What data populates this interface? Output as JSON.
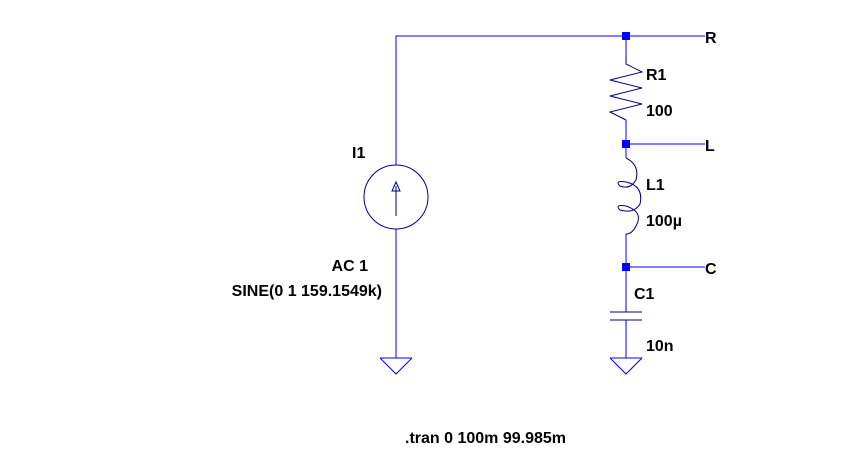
{
  "colors": {
    "wire": "#0000ff",
    "component": "#000080",
    "node": "#0000ff",
    "text": "#000000",
    "background": "#ffffff"
  },
  "source": {
    "name": "I1",
    "ac": "AC 1",
    "function": "SINE(0 1 159.1549k)"
  },
  "resistor": {
    "name": "R1",
    "value": "100"
  },
  "inductor": {
    "name": "L1",
    "value": "100µ"
  },
  "capacitor": {
    "name": "C1",
    "value": "10n"
  },
  "net_labels": {
    "r": "R",
    "l": "L",
    "c": "C"
  },
  "directive": ".tran 0 100m 99.985m"
}
